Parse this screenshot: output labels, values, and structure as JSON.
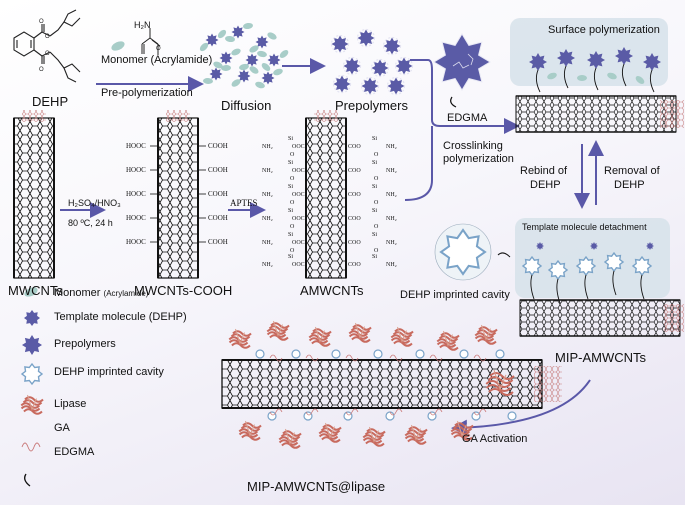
{
  "molecules": {
    "dehp": "DEHP",
    "amine_label": "H₂N",
    "monomer_caption": "Monomer (Acrylamide)",
    "prepolymerization": "Pre-polymerization",
    "diffusion": "Diffusion",
    "prepolymers": "Prepolymers",
    "edgma": "EDGMA",
    "crosslinking_line1": "Crosslinking",
    "crosslinking_line2": "polymerization"
  },
  "surface": {
    "surface_polymerization": "Surface polymerization",
    "template_detachment": "Template molecule detachment",
    "rebind_line1": "Rebind of",
    "rebind_line2": "DEHP",
    "removal_line1": "Removal of",
    "removal_line2": "DEHP",
    "imprinted_cavity": "DEHP imprinted cavity",
    "mip_amwcnts": "MIP-AMWCNTs"
  },
  "nanotubes": {
    "mwcnts": "MWCNTs",
    "acid_line1": "H₂SO₄/HNO₃",
    "acid_line2": "80 ºC, 24 h",
    "mwcnts_cooh": "MWCNTs-COOH",
    "cooh_left": "HOOC",
    "cooh_right": "COOH",
    "aptes": "APTES",
    "amwcnts": "AMWCNTs",
    "nh2": "NH₂",
    "ooc": "OOC",
    "coo": "COO",
    "si": "Si",
    "o": "O"
  },
  "bottom": {
    "ga_activation": "GA Activation",
    "final_product": "MIP-AMWCNTs@lipase"
  },
  "legend": {
    "monomer": "Monomer",
    "monomer_sub": "(Acrylamide)",
    "template": "Template molecule (DEHP)",
    "prepolymers": "Prepolymers",
    "cavity": "DEHP imprinted cavity",
    "lipase": "Lipase",
    "ga": "GA",
    "edgma": "EDGMA"
  },
  "colors": {
    "prepolymer": "#5a5ba6",
    "monomer": "#a8cdc8",
    "cnt": "#111111",
    "cnt_inner": "#d89a9a",
    "lipase": "#c86a5e",
    "cavity": "#7aa3c8",
    "arrow": "#5a58a8",
    "panel": "#d6e2ea"
  }
}
